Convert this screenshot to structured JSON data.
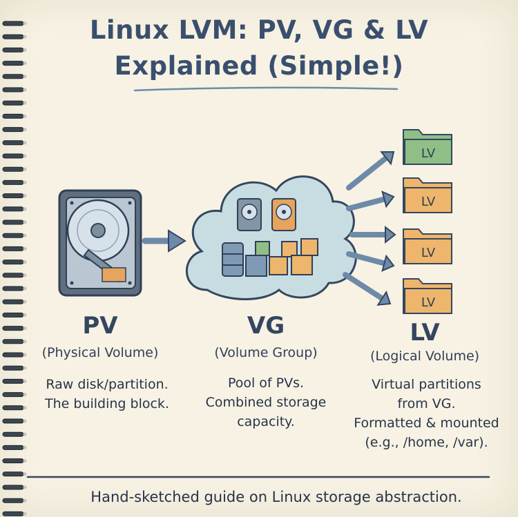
{
  "title": {
    "line1": "Linux LVM: PV, VG & LV",
    "line2": "Explained (Simple!)"
  },
  "sections": {
    "pv": {
      "heading": "PV",
      "subtitle": "(Physical Volume)",
      "desc_line1": "Raw disk/partition.",
      "desc_line2": "The building block."
    },
    "vg": {
      "heading": "VG",
      "subtitle": "(Volume Group)",
      "desc_line1": "Pool of PVs.",
      "desc_line2": "Combined storage",
      "desc_line3": "capacity."
    },
    "lv": {
      "heading": "LV",
      "subtitle": "(Logical Volume)",
      "desc_line1": "Virtual partitions",
      "desc_line2": "from VG.",
      "desc_line3": "Formatted & mounted",
      "desc_line4": "(e.g., /home, /var)."
    }
  },
  "folders": [
    {
      "label": "LV",
      "color": "#8fbf86"
    },
    {
      "label": "LV",
      "color": "#eeb56c"
    },
    {
      "label": "LV",
      "color": "#eeb56c"
    },
    {
      "label": "LV",
      "color": "#eeb56c"
    }
  ],
  "footer": "Hand-sketched guide on Linux storage abstraction.",
  "colors": {
    "ink": "#34465f",
    "paper": "#f7f2e4",
    "cloud": "#c7dde2",
    "arrow": "#6d8aa8",
    "orange": "#eeb56c",
    "green": "#8fbf86"
  },
  "icons": [
    "spiral-binding-icon",
    "hard-drive-icon",
    "cloud-icon",
    "arrow-icon",
    "folder-icon",
    "database-icon",
    "cube-icon"
  ]
}
